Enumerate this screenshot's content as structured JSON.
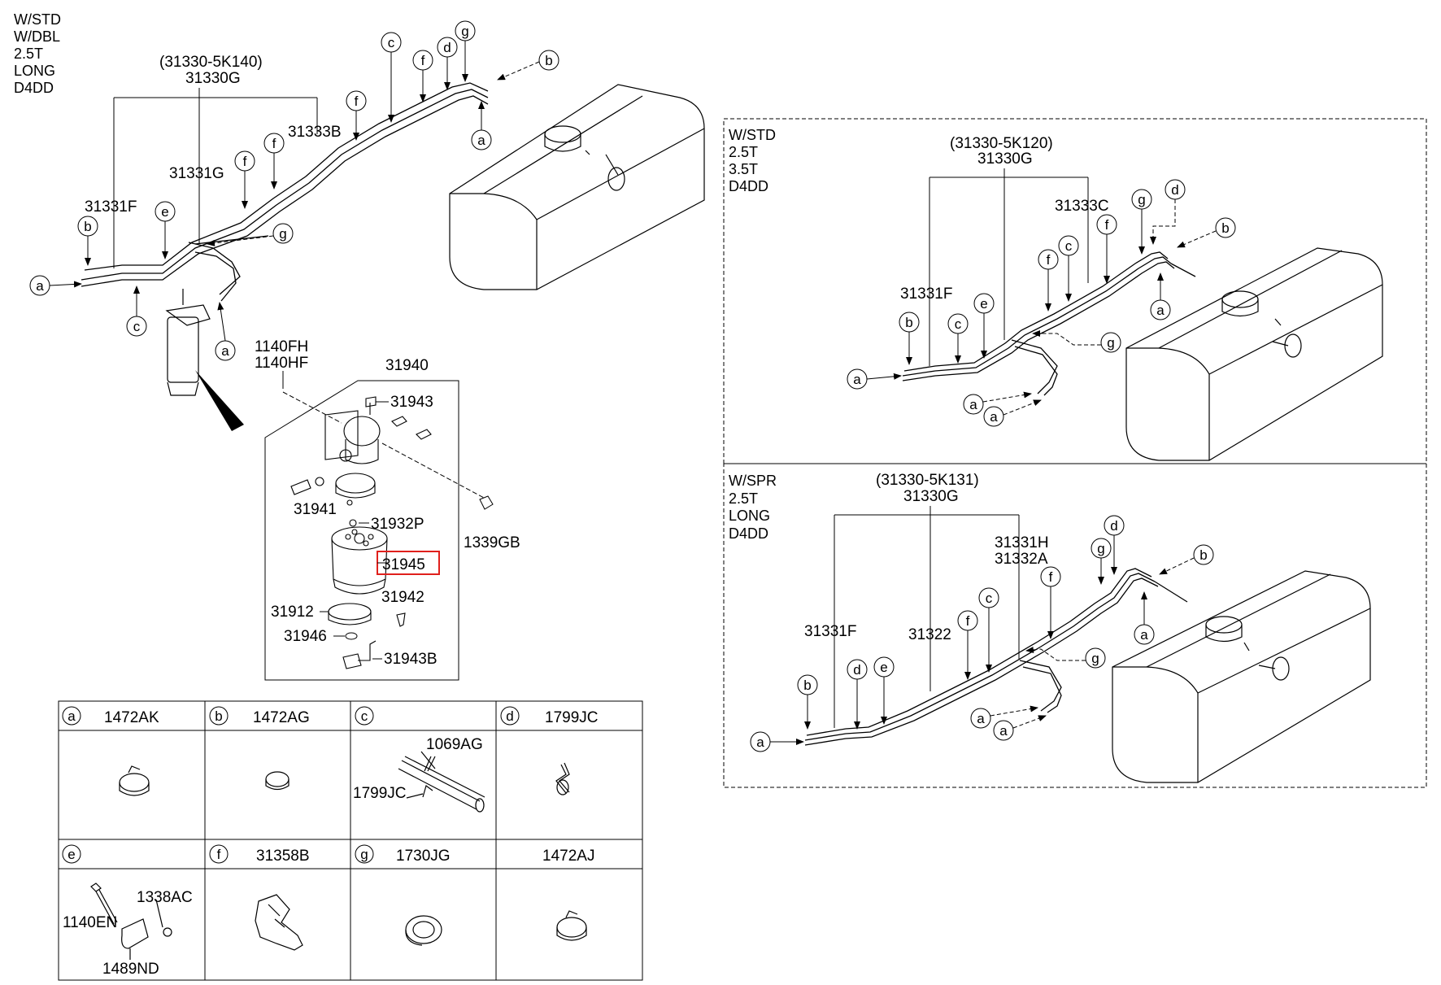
{
  "variants": {
    "main": {
      "lines": [
        "W/STD",
        "W/DBL",
        "2.5T",
        "LONG",
        "D4DD"
      ]
    },
    "std": {
      "lines": [
        "W/STD",
        "2.5T",
        "3.5T",
        "D4DD"
      ]
    },
    "spr": {
      "lines": [
        "W/SPR",
        "2.5T",
        "LONG",
        "D4DD"
      ]
    }
  },
  "main_diagram": {
    "assy_code": "(31330-5K140)",
    "assy_part": "31330G",
    "labels": {
      "p31333B": "31333B",
      "p31331G": "31331G",
      "p31331F": "31331F"
    },
    "callouts": {
      "c1": "c",
      "f1": "f",
      "d1": "d",
      "g1": "g",
      "b1": "b",
      "a1": "a",
      "f2": "f",
      "f3": "f",
      "f4": "f",
      "e1": "e",
      "b2": "b",
      "g2": "g",
      "a2": "a",
      "c2": "c",
      "a3": "a"
    }
  },
  "filter_assembly": {
    "group": "31940",
    "bolts": [
      "1140FH",
      "1140HF"
    ],
    "parts": {
      "p31943": "31943",
      "p31941": "31941",
      "p31932P": "31932P",
      "p31945": "31945",
      "p1339GB": "1339GB",
      "p31942": "31942",
      "p31912": "31912",
      "p31946": "31946",
      "p31943B": "31943B"
    },
    "highlighted": "31945",
    "highlight_color": "#e0201c"
  },
  "std_diagram": {
    "assy_code": "(31330-5K120)",
    "assy_part": "31330G",
    "labels": {
      "p31333C": "31333C",
      "p31331F": "31331F"
    },
    "callouts": {
      "g1": "g",
      "d1": "d",
      "b1": "b",
      "f1": "f",
      "f2": "f",
      "c1": "c",
      "b2": "b",
      "c2": "c",
      "e1": "e",
      "a1": "a",
      "g2": "g",
      "a2": "a",
      "a3": "a",
      "a4": "a"
    }
  },
  "spr_diagram": {
    "assy_code": "(31330-5K131)",
    "assy_part": "31330G",
    "labels": {
      "p31331H": "31331H",
      "p31332A": "31332A",
      "p31331F": "31331F",
      "p31322": "31322"
    },
    "callouts": {
      "d1": "d",
      "g1": "g",
      "b1": "b",
      "f1": "f",
      "c1": "c",
      "a1": "a",
      "f2": "f",
      "g2": "g",
      "b2": "b",
      "d2": "d",
      "e1": "e",
      "a2": "a",
      "a3": "a",
      "a4": "a"
    }
  },
  "legend": {
    "row1": [
      {
        "letter": "a",
        "part": "1472AK"
      },
      {
        "letter": "b",
        "part": "1472AG"
      },
      {
        "letter": "c",
        "part": "",
        "sub": [
          "1069AG",
          "1799JC"
        ]
      },
      {
        "letter": "d",
        "part": "1799JC"
      }
    ],
    "row2": [
      {
        "letter": "e",
        "part": "",
        "sub": [
          "1338AC",
          "1140EN",
          "1489ND"
        ]
      },
      {
        "letter": "f",
        "part": "31358B"
      },
      {
        "letter": "g",
        "part": "1730JG"
      },
      {
        "letter": "",
        "part": "1472AJ"
      }
    ]
  }
}
